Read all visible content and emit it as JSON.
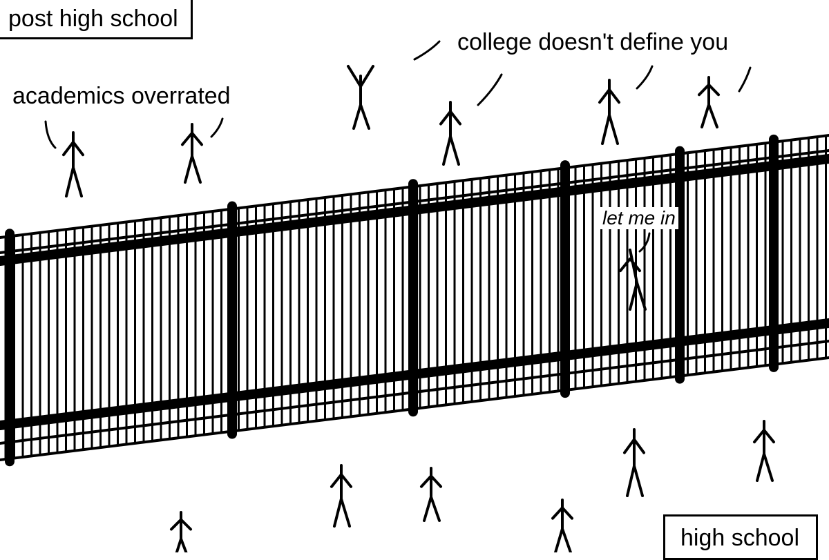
{
  "labels": {
    "top_left": "post high school",
    "bottom_right": "high school"
  },
  "speech": {
    "academics": "academics overrated",
    "college": "college doesn't define you",
    "gate_person": "let me in"
  },
  "colors": {
    "ink": "#000000",
    "paper": "#ffffff"
  }
}
